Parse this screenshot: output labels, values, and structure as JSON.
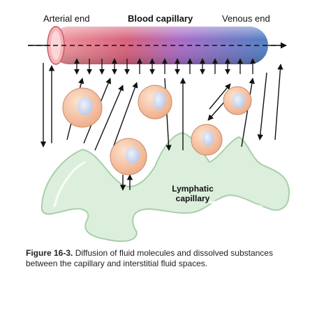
{
  "labels": {
    "arterial_end": "Arterial end",
    "blood_capillary": "Blood capillary",
    "venous_end": "Venous end",
    "lymphatic_capillary": "Lymphatic capillary"
  },
  "caption": {
    "figure_number": "Figure 16-3.",
    "text": "Diffusion of fluid molecules and dissolved substances between the capillary and interstitial fluid spaces."
  },
  "colors": {
    "capillary_arterial": "#e0707a",
    "capillary_mid": "#a86cc8",
    "capillary_venous": "#4f7fc4",
    "lymphatic_fill": "#dcefdc",
    "cell_fill": "#f3c8a8",
    "nucleus_fill": "#c8d4ec"
  }
}
